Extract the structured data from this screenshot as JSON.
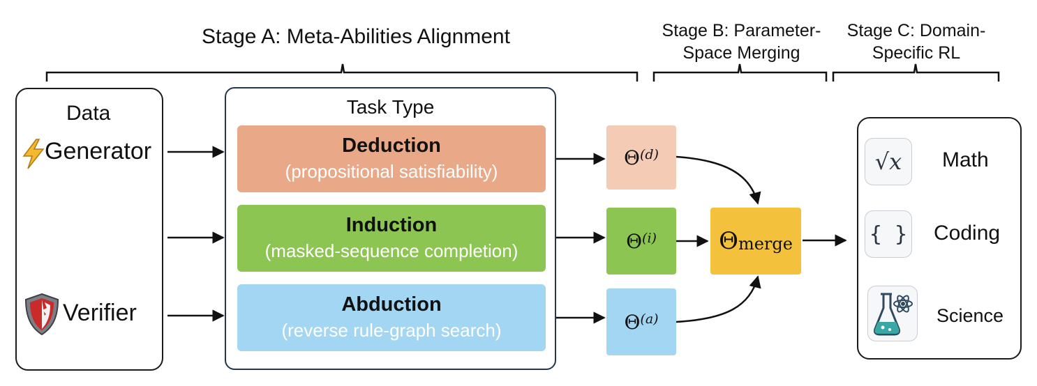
{
  "stages": {
    "a_title": "Stage A: Meta-Abilities Alignment",
    "b_title_line1": "Stage B: Parameter-",
    "b_title_line2": "Space  Merging",
    "c_title_line1": "Stage C: Domain-",
    "c_title_line2": "Specific RL"
  },
  "data_panel": {
    "title": "Data",
    "generator_label": "Generator",
    "verifier_label": "Verifier",
    "generator_icon": "lightning-icon",
    "verifier_icon": "shield-icon"
  },
  "task_panel": {
    "title": "Task Type",
    "tasks": [
      {
        "name": "Deduction",
        "description": "(propositional satisfiability)",
        "color": "#e9a887"
      },
      {
        "name": "Induction",
        "description": "(masked-sequence completion)",
        "color": "#8cc552"
      },
      {
        "name": "Abduction",
        "description": "(reverse rule-graph search)",
        "color": "#a2d6f2"
      }
    ]
  },
  "parameters": {
    "theta_symbol": "Θ",
    "items": [
      {
        "sup": "(d)",
        "color": "#f4cbb5"
      },
      {
        "sup": "(i)",
        "color": "#8cc552"
      },
      {
        "sup": "(a)",
        "color": "#a2d6f2"
      }
    ],
    "merge_subscript": "merge",
    "merge_color": "#f4c13c"
  },
  "domains": [
    {
      "label": "Math",
      "icon": "square-root-icon",
      "icon_text": "√x"
    },
    {
      "label": "Coding",
      "icon": "braces-icon",
      "icon_text": "{ }"
    },
    {
      "label": "Science",
      "icon": "flask-atom-icon"
    }
  ]
}
